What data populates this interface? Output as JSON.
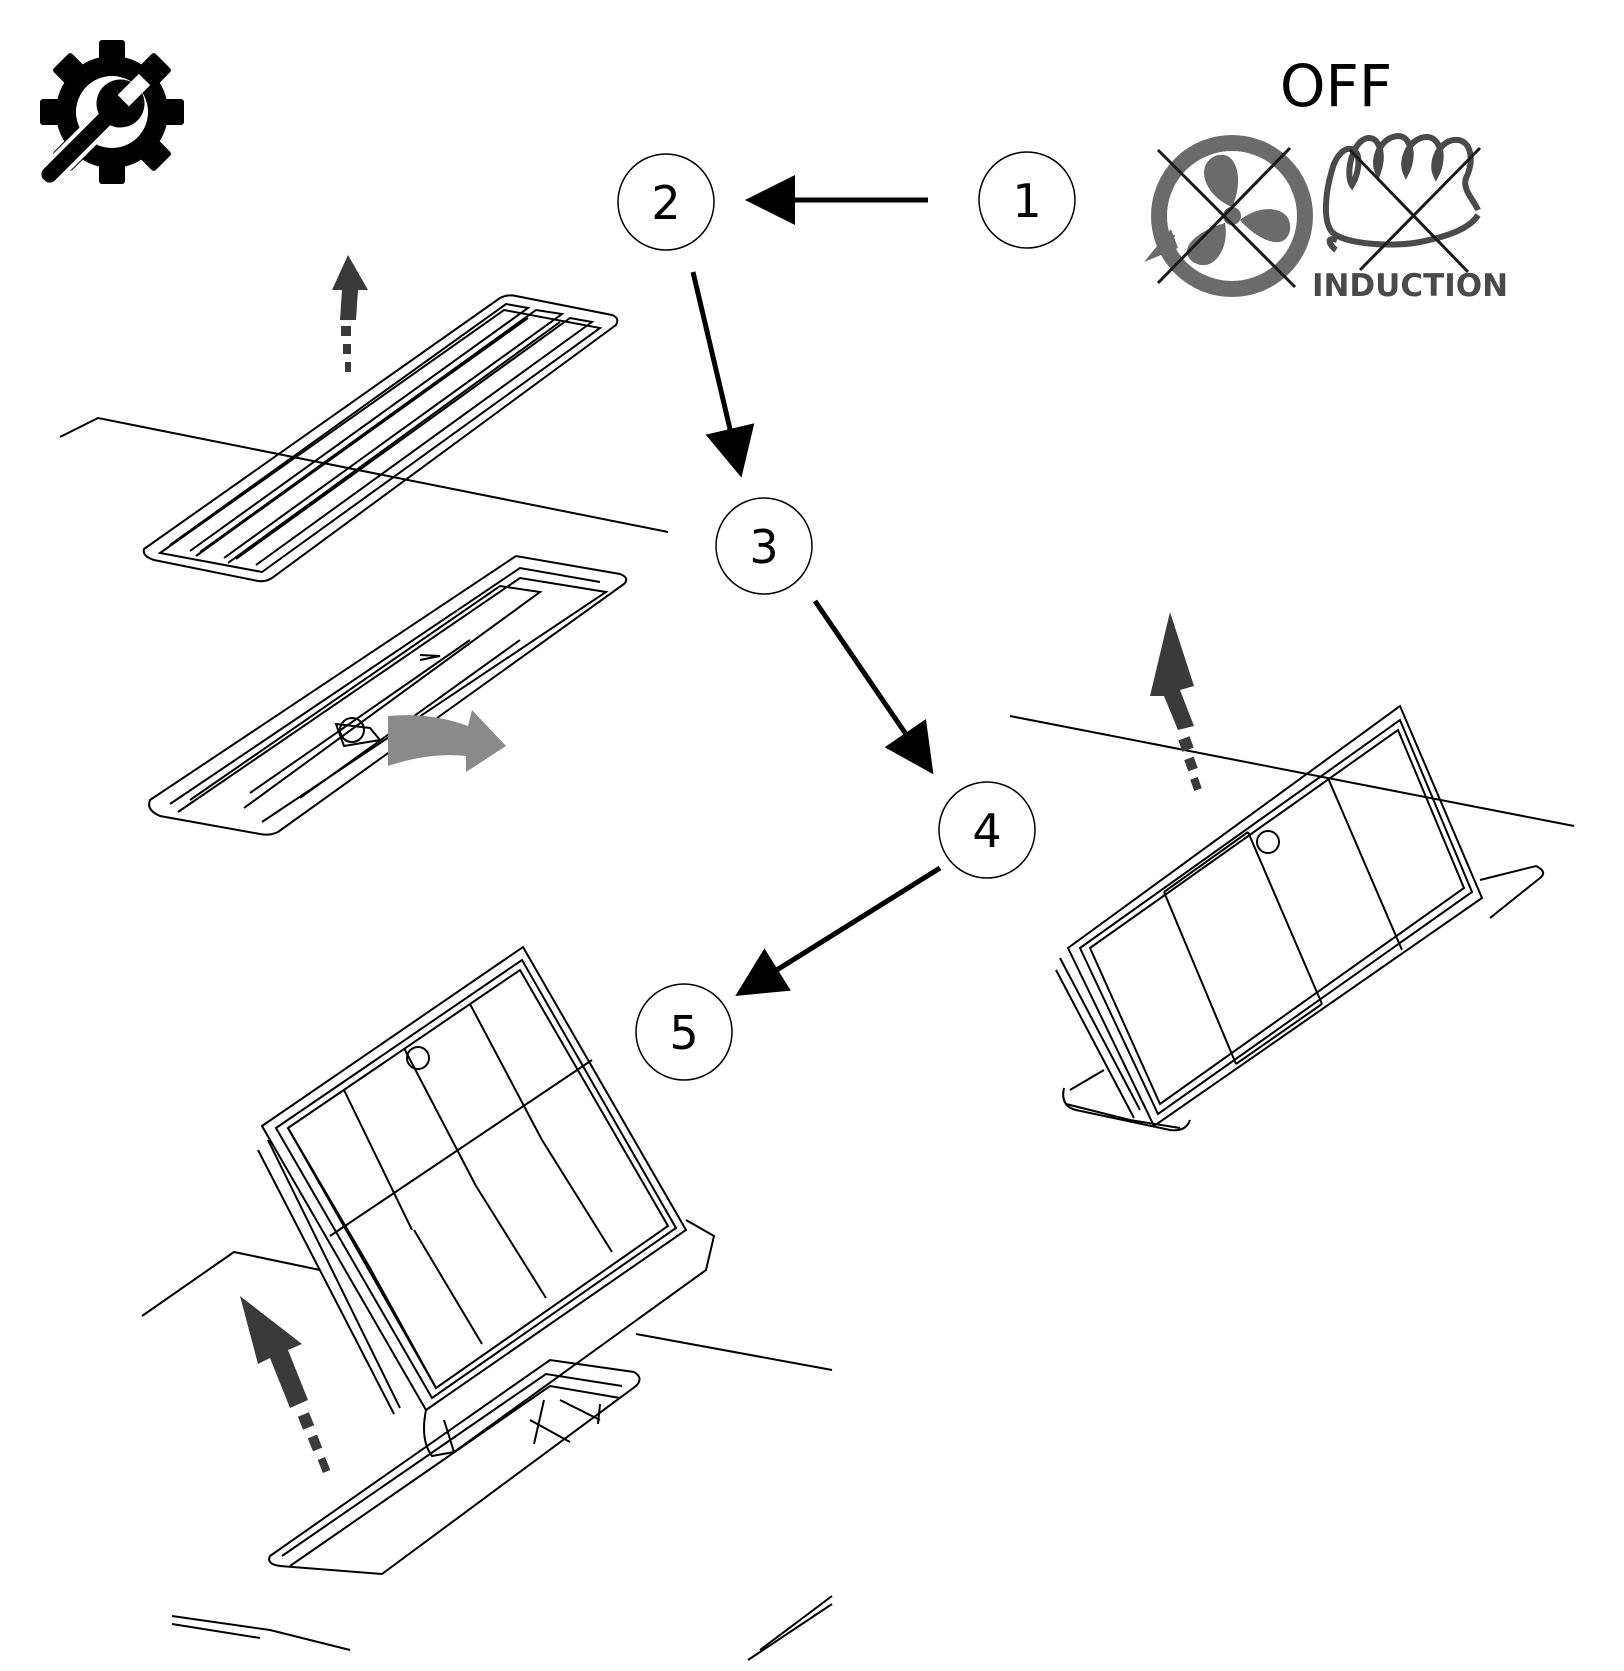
{
  "header": {
    "status_label": "OFF",
    "induction_label": "INDUCTION",
    "service_icon": "gear-wrench-icon",
    "fan_icon": "extraction-fan-icon",
    "induction_icon": "induction-coil-icon"
  },
  "steps": [
    {
      "label": "1"
    },
    {
      "label": "2"
    },
    {
      "label": "3"
    },
    {
      "label": "4"
    },
    {
      "label": "5"
    }
  ],
  "colors": {
    "ink": "#000000",
    "motion_arrow": "#3a3a3a",
    "rotate_arrow": "#8a8a8a",
    "symbol_gray": "#6b6b6b",
    "symbol_dark": "#4a4a4a",
    "cross": "#1a1a1a"
  }
}
